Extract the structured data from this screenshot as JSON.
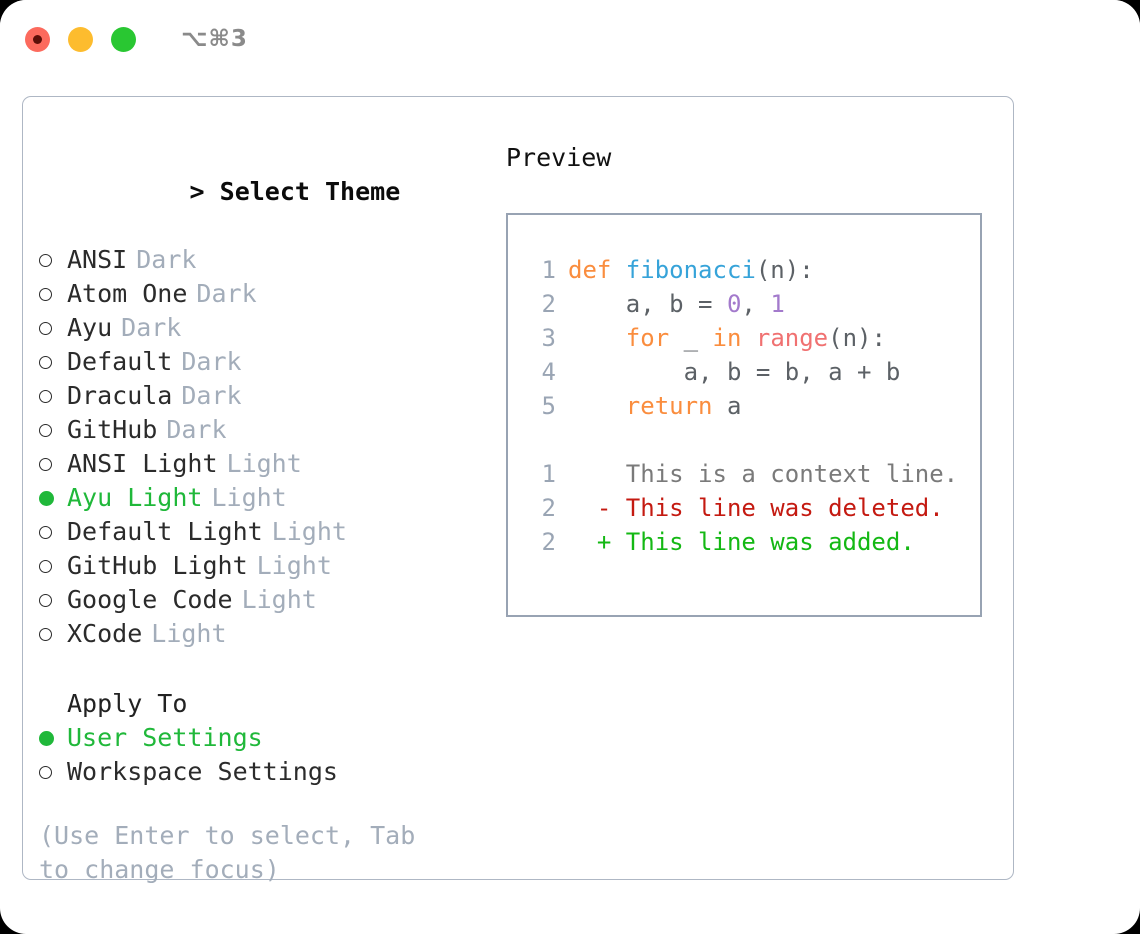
{
  "titlebar": {
    "shortcut": "⌥⌘3",
    "buttons": [
      "close",
      "minimize",
      "maximize"
    ]
  },
  "theme_picker": {
    "prompt": ">",
    "heading": "Select Theme",
    "items": [
      {
        "label": "ANSI",
        "tag": "Dark",
        "selected": false
      },
      {
        "label": "Atom One",
        "tag": "Dark",
        "selected": false
      },
      {
        "label": "Ayu",
        "tag": "Dark",
        "selected": false
      },
      {
        "label": "Default",
        "tag": "Dark",
        "selected": false
      },
      {
        "label": "Dracula",
        "tag": "Dark",
        "selected": false
      },
      {
        "label": "GitHub",
        "tag": "Dark",
        "selected": false
      },
      {
        "label": "ANSI Light",
        "tag": "Light",
        "selected": false
      },
      {
        "label": "Ayu Light",
        "tag": "Light",
        "selected": true
      },
      {
        "label": "Default Light",
        "tag": "Light",
        "selected": false
      },
      {
        "label": "GitHub Light",
        "tag": "Light",
        "selected": false
      },
      {
        "label": "Google Code",
        "tag": "Light",
        "selected": false
      },
      {
        "label": "XCode",
        "tag": "Light",
        "selected": false
      }
    ]
  },
  "apply_to": {
    "heading": "Apply To",
    "items": [
      {
        "label": "User Settings",
        "tag": "",
        "selected": true
      },
      {
        "label": "Workspace Settings",
        "tag": "",
        "selected": false
      }
    ]
  },
  "hint": "(Use Enter to select, Tab to change focus)",
  "preview": {
    "title": "Preview",
    "code_lines": [
      {
        "number": "1",
        "tokens": [
          {
            "text": "def ",
            "type": "kw"
          },
          {
            "text": "fibonacci",
            "type": "fn"
          },
          {
            "text": "(n):",
            "type": "plain"
          }
        ]
      },
      {
        "number": "2",
        "tokens": [
          {
            "text": "    a, b = ",
            "type": "plain"
          },
          {
            "text": "0",
            "type": "num"
          },
          {
            "text": ", ",
            "type": "plain"
          },
          {
            "text": "1",
            "type": "num"
          }
        ]
      },
      {
        "number": "3",
        "tokens": [
          {
            "text": "    ",
            "type": "plain"
          },
          {
            "text": "for",
            "type": "kw"
          },
          {
            "text": " _ ",
            "type": "plain"
          },
          {
            "text": "in",
            "type": "kw"
          },
          {
            "text": " ",
            "type": "plain"
          },
          {
            "text": "range",
            "type": "call"
          },
          {
            "text": "(n):",
            "type": "plain"
          }
        ]
      },
      {
        "number": "4",
        "tokens": [
          {
            "text": "        a, b = b, a + b",
            "type": "plain"
          }
        ]
      },
      {
        "number": "5",
        "tokens": [
          {
            "text": "    ",
            "type": "plain"
          },
          {
            "text": "return",
            "type": "kw"
          },
          {
            "text": " a",
            "type": "plain"
          }
        ]
      }
    ],
    "diff_lines": [
      {
        "number": "1",
        "sign": " ",
        "text": "This is a context line.",
        "type": "context"
      },
      {
        "number": "2",
        "sign": "-",
        "text": "This line was deleted.",
        "type": "deleted"
      },
      {
        "number": "2",
        "sign": "+",
        "text": "This line was added.",
        "type": "added"
      }
    ]
  },
  "colors": {
    "accent_green": "#20b83a",
    "muted": "#a3adba",
    "border": "#98a3b3",
    "keyword": "#fa8d3e",
    "function": "#36a3d9",
    "number": "#a37acc",
    "call": "#f07171",
    "diff_deleted": "#c41a11",
    "diff_added": "#14b814",
    "diff_context": "#7a7a7a"
  }
}
